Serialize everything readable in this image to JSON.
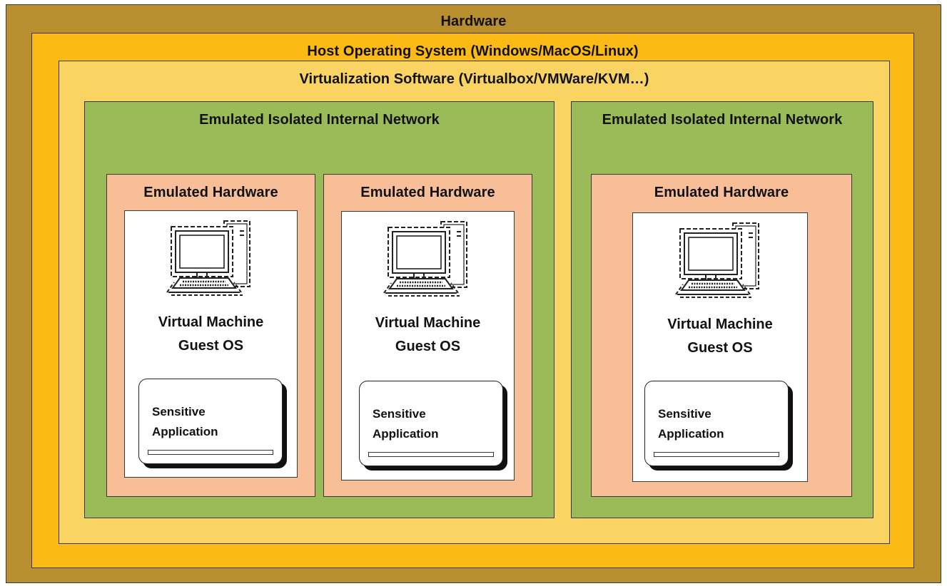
{
  "layers": {
    "hardware": "Hardware",
    "host_os": "Host Operating System (Windows/MacOS/Linux)",
    "virtualization": "Virtualization Software (Virtualbox/VMWare/KVM…)"
  },
  "networks": [
    {
      "label": "Emulated Isolated Internal Network",
      "emulated": [
        {
          "label": "Emulated Hardware",
          "vm_line1": "Virtual Machine",
          "vm_line2": "Guest OS",
          "app_line1": "Sensitive",
          "app_line2": "Application"
        },
        {
          "label": "Emulated Hardware",
          "vm_line1": "Virtual Machine",
          "vm_line2": "Guest OS",
          "app_line1": "Sensitive",
          "app_line2": "Application"
        }
      ]
    },
    {
      "label": "Emulated Isolated Internal Network",
      "emulated": [
        {
          "label": "Emulated Hardware",
          "vm_line1": "Virtual Machine",
          "vm_line2": "Guest OS",
          "app_line1": "Sensitive",
          "app_line2": "Application"
        }
      ]
    }
  ],
  "colors": {
    "hardware": "#b88f2e",
    "host_os": "#fbbb14",
    "virtualization": "#f9d462",
    "network": "#9bbb59",
    "emulated_hardware": "#f7be98"
  },
  "icons": {
    "vm": "computer-icon"
  }
}
